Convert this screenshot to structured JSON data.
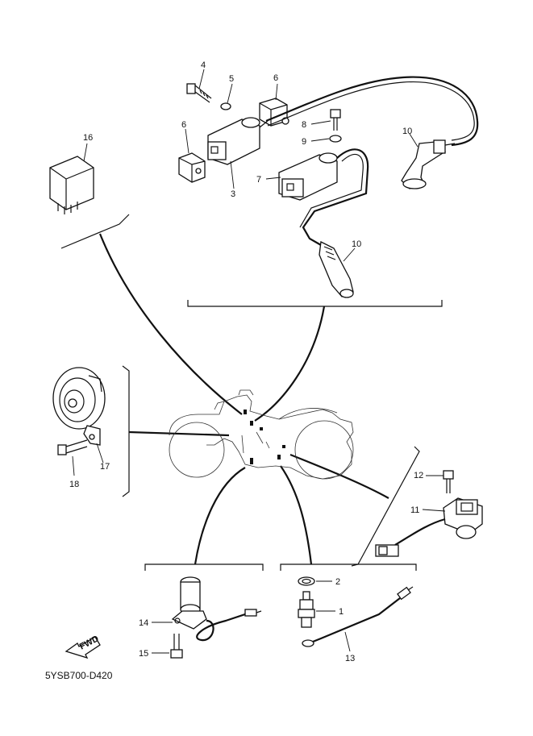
{
  "diagram_code": "5YSB700-D420",
  "fwd_label": "FWD",
  "callouts": {
    "p1": "1",
    "p2": "2",
    "p3": "3",
    "p4": "4",
    "p5": "5",
    "p6a": "6",
    "p6b": "6",
    "p7": "7",
    "p8": "8",
    "p9": "9",
    "p10a": "10",
    "p10b": "10",
    "p11": "11",
    "p12": "12",
    "p13": "13",
    "p14": "14",
    "p15": "15",
    "p16": "16",
    "p17": "17",
    "p18": "18"
  }
}
